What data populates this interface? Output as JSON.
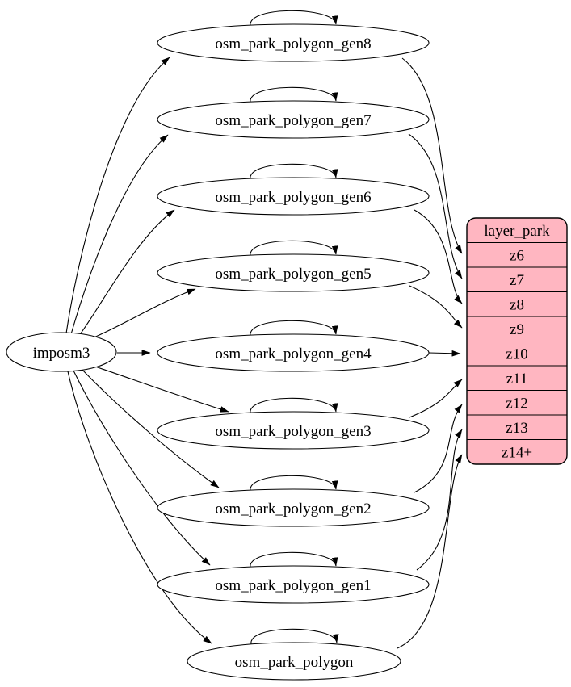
{
  "diagram": {
    "type": "dependency-graph",
    "source": {
      "label": "imposm3",
      "targets": [
        "osm_park_polygon_gen8",
        "osm_park_polygon_gen7",
        "osm_park_polygon_gen6",
        "osm_park_polygon_gen5",
        "osm_park_polygon_gen4",
        "osm_park_polygon_gen3",
        "osm_park_polygon_gen2",
        "osm_park_polygon_gen1",
        "osm_park_polygon"
      ]
    },
    "tables": [
      {
        "label": "osm_park_polygon_gen8",
        "self_loop": true,
        "to_row": "z6"
      },
      {
        "label": "osm_park_polygon_gen7",
        "self_loop": true,
        "to_row": "z7"
      },
      {
        "label": "osm_park_polygon_gen6",
        "self_loop": true,
        "to_row": "z8"
      },
      {
        "label": "osm_park_polygon_gen5",
        "self_loop": true,
        "to_row": "z9"
      },
      {
        "label": "osm_park_polygon_gen4",
        "self_loop": true,
        "to_row": "z10"
      },
      {
        "label": "osm_park_polygon_gen3",
        "self_loop": true,
        "to_row": "z11"
      },
      {
        "label": "osm_park_polygon_gen2",
        "self_loop": true,
        "to_row": "z12"
      },
      {
        "label": "osm_park_polygon_gen1",
        "self_loop": true,
        "to_row": "z13"
      },
      {
        "label": "osm_park_polygon",
        "self_loop": true,
        "to_row": "z14+"
      }
    ],
    "layer": {
      "header": "layer_park",
      "rows": [
        "z6",
        "z7",
        "z8",
        "z9",
        "z10",
        "z11",
        "z12",
        "z13",
        "z14+"
      ]
    },
    "colors": {
      "layer_fill": "#ffb6c1",
      "node_fill": "#ffffff",
      "edge": "#000000"
    }
  }
}
